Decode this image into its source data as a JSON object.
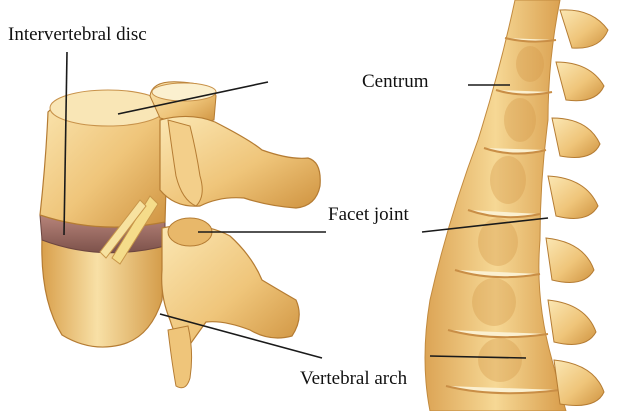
{
  "labels": {
    "intervertebral_disc": "Intervertebral disc",
    "centrum": "Centrum",
    "facet_joint": "Facet joint",
    "vertebral_arch": "Vertebral arch"
  },
  "colors": {
    "bone_light": "#f7dc9c",
    "bone_mid": "#eab865",
    "bone_dark": "#c98a36",
    "disc": "#9b6a62",
    "nerve": "#f3d57a",
    "line": "#1a1a1a"
  }
}
